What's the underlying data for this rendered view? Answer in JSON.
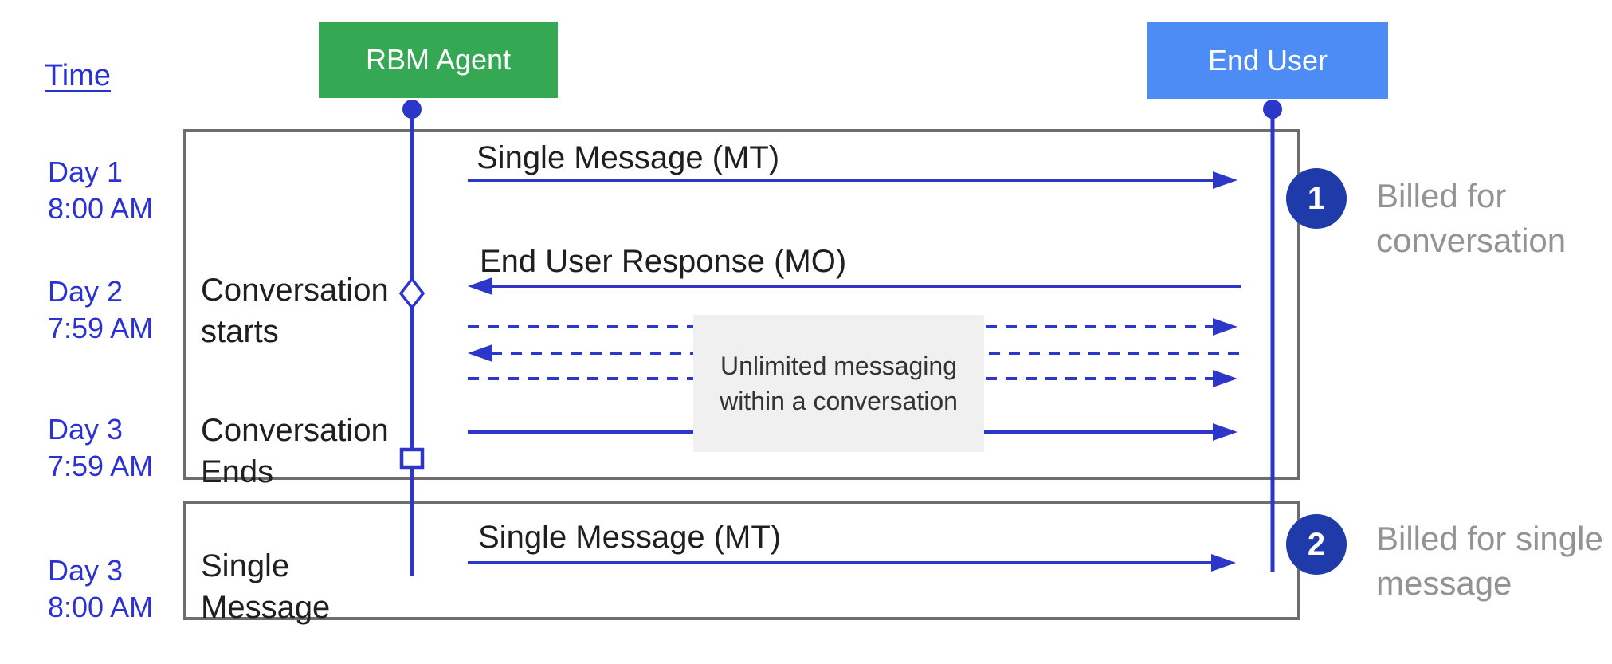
{
  "colors": {
    "accent_blue": "#2c36c9",
    "label_blue": "#2a32d4",
    "agent_green": "#34a853",
    "user_blue": "#4d8cf5",
    "badge_navy": "#1e3ba9",
    "frame_gray": "#6d6d6d",
    "note_bg": "#f0f0f0",
    "muted_gray": "#939393"
  },
  "header": {
    "time_label": "Time",
    "agent": "RBM Agent",
    "end_user": "End User"
  },
  "timeline": [
    {
      "day": "Day 1",
      "time": "8:00 AM"
    },
    {
      "day": "Day 2",
      "time": "7:59 AM"
    },
    {
      "day": "Day 3",
      "time": "7:59 AM"
    },
    {
      "day": "Day 3",
      "time": "8:00 AM"
    }
  ],
  "events": {
    "conversation_starts": {
      "line1": "Conversation",
      "line2": "starts"
    },
    "conversation_ends": {
      "line1": "Conversation",
      "line2": "Ends"
    },
    "single_message": {
      "line1": "Single",
      "line2": "Message"
    }
  },
  "messages": {
    "mt1": "Single Message (MT)",
    "mo": "End User Response (MO)",
    "mt2": "Single Message (MT)"
  },
  "note": {
    "line1": "Unlimited messaging",
    "line2": "within a conversation"
  },
  "annotations": [
    {
      "number": "1",
      "line1": "Billed for",
      "line2": "conversation"
    },
    {
      "number": "2",
      "line1": "Billed for single",
      "line2": "message"
    }
  ]
}
